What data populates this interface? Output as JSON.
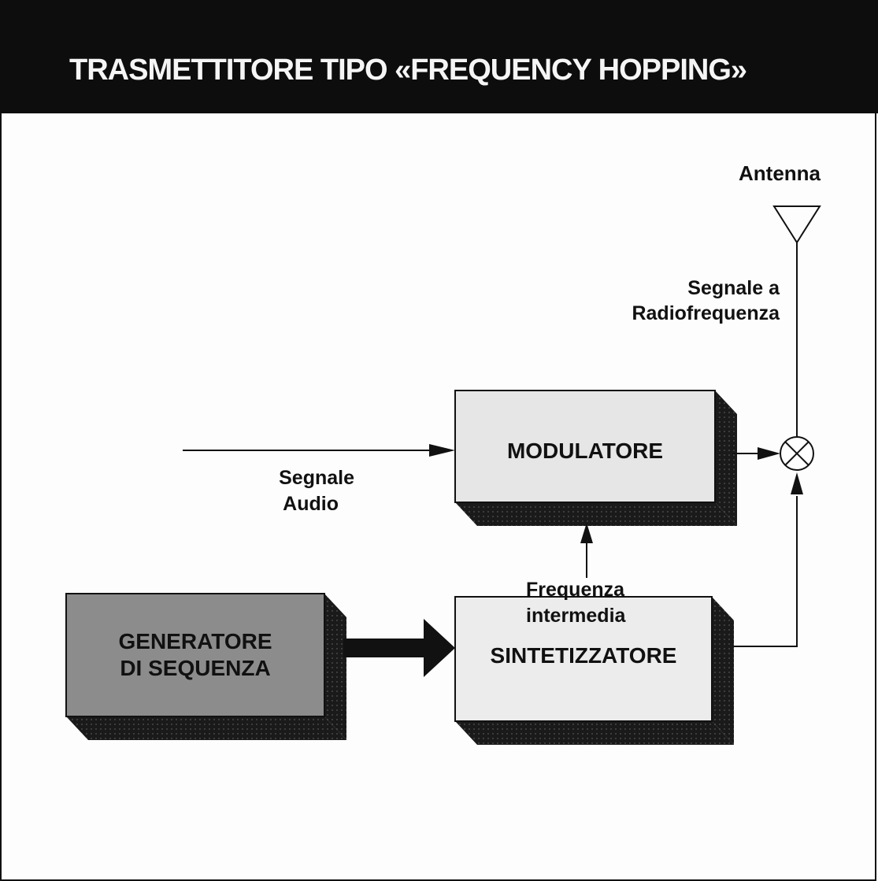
{
  "title": "TRASMETTITORE TIPO «FREQUENCY HOPPING»",
  "blocks": {
    "modulatore": "MODULATORE",
    "generatore_line1": "GENERATORE",
    "generatore_line2": "DI SEQUENZA",
    "sintetizzatore": "SINTETIZZATORE"
  },
  "labels": {
    "antenna": "Antenna",
    "rf_line1": "Segnale a",
    "rf_line2": "Radiofrequenza",
    "audio_line1": "Segnale",
    "audio_line2": "Audio",
    "if_line1": "Frequenza",
    "if_line2": "intermedia"
  },
  "colors": {
    "header_bg": "#0d0d0d",
    "header_text": "#f5f5f5",
    "block_light": "#e6e6e6",
    "block_dark": "#8c8c8c",
    "shadow": "#1a1a1a"
  }
}
